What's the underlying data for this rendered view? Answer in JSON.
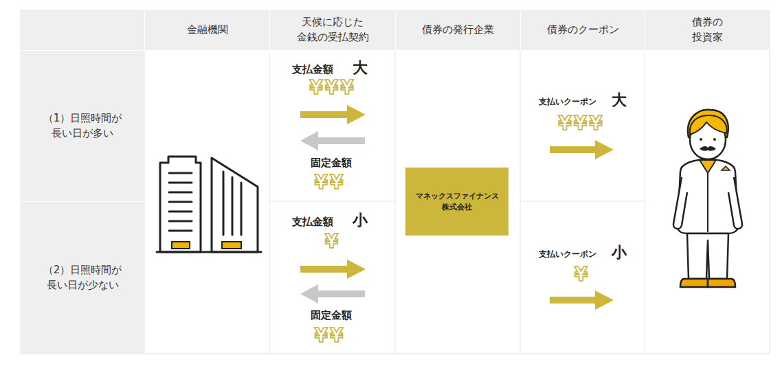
{
  "diagram": {
    "nodes": [
      {
        "text": [
          "金融機関"
        ]
      },
      {
        "text": [
          "天候に応じた 金銭の受払契約"
        ]
      },
      {
        "text": [
          "債券の発行企業"
        ]
      },
      {
        "text": [
          "債券のクーポン"
        ]
      },
      {
        "text": [
          "債券の 投資家"
        ]
      },
      {
        "text": [
          "（1）日照時間が 長い日が多い"
        ]
      },
      {
        "text": [
          "マネックスファイナンス 株式会社"
        ]
      },
      {
        "text": [
          "（2）日照時間が 長い日が少ない"
        ]
      }
    ],
    "labels": [
      "支払金額",
      "大",
      "¥¥¥",
      "固定金額",
      "¥¥",
      "支払金額",
      "小",
      "¥",
      "固定金額",
      "¥¥",
      "支払いクーポン",
      "大",
      "¥¥¥",
      "支払いクーポン",
      "小",
      "¥"
    ]
  }
}
